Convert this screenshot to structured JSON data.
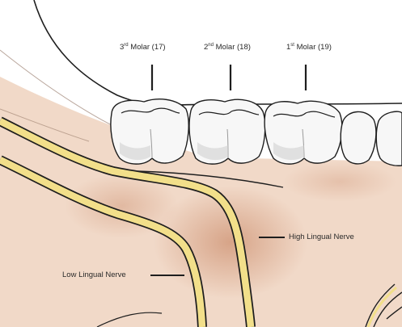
{
  "labels": {
    "molar3": {
      "ordinal": "3",
      "suffix": "rd",
      "name": "Molar (17)"
    },
    "molar2": {
      "ordinal": "2",
      "suffix": "nd",
      "name": "Molar (18)"
    },
    "molar1": {
      "ordinal": "1",
      "suffix": "st",
      "name": "Molar (19)"
    },
    "high_lingual_nerve": "High Lingual Nerve",
    "low_lingual_nerve": "Low Lingual Nerve"
  },
  "colors": {
    "background": "#ffffff",
    "tissue": "#f0d6c4",
    "tissue_dark": "#d9a98c",
    "nerve_fill": "#f2df8a",
    "outline": "#1e1e1e",
    "tooth_fill": "#f7f7f7",
    "tooth_shadow": "#cfcfcf"
  }
}
